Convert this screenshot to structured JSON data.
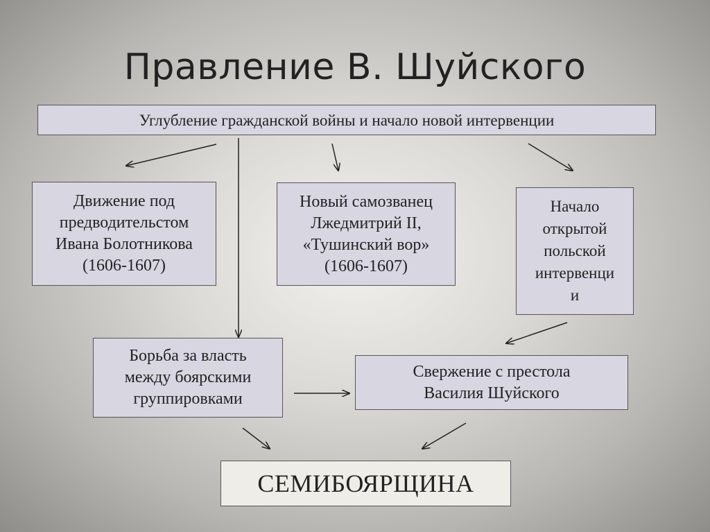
{
  "title": "Правление В. Шуйского",
  "boxes": {
    "top": "Углубление гражданской войны и начало новой интервенции",
    "bolotnikov": [
      "Движение под",
      "предводительстом",
      "Ивана Болотникова",
      "(1606-1607)"
    ],
    "false_dmitry": [
      "Новый самозванец",
      "Лжедмитрий II,",
      "«Тушинский вор»",
      "(1606-1607)"
    ],
    "intervention": [
      "Начало",
      "открытой",
      "польской",
      "интервенци",
      "и"
    ],
    "boyars": [
      "Борьба за власть",
      "между боярскими",
      "группировками"
    ],
    "overthrow": [
      "Свержение с престола",
      "Василия Шуйского"
    ],
    "result": "СЕМИБОЯРЩИНА"
  },
  "colors": {
    "box_fill": "#d7d6e1",
    "result_fill": "#eeede8",
    "border": "#555555",
    "arrow": "#222222"
  }
}
